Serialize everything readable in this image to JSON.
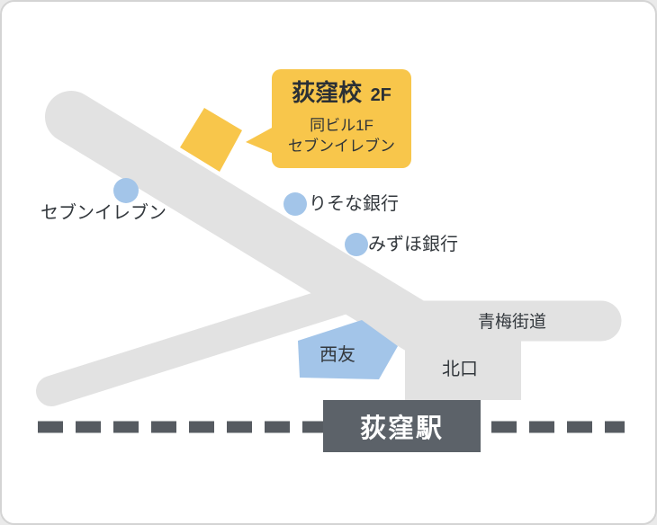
{
  "map": {
    "callout": {
      "title": "荻窪校",
      "floor": "2F",
      "sub_line1": "同ビル1F",
      "sub_line2": "セブンイレブン"
    },
    "landmarks": {
      "seven_eleven": "セブンイレブン",
      "resona_bank": "りそな銀行",
      "mizuho_bank": "みずほ銀行",
      "seiyu": "西友"
    },
    "roads": {
      "ome_kaido": "青梅街道"
    },
    "station": {
      "name": "荻窪駅",
      "north_exit": "北口"
    },
    "colors": {
      "road_gray": "#e2e2e2",
      "railway_gray": "#565b61",
      "station_gray": "#5c6269",
      "accent_yellow": "#f8c64b",
      "marker_blue": "#a3c5e9",
      "text_dark": "#33383d"
    }
  }
}
